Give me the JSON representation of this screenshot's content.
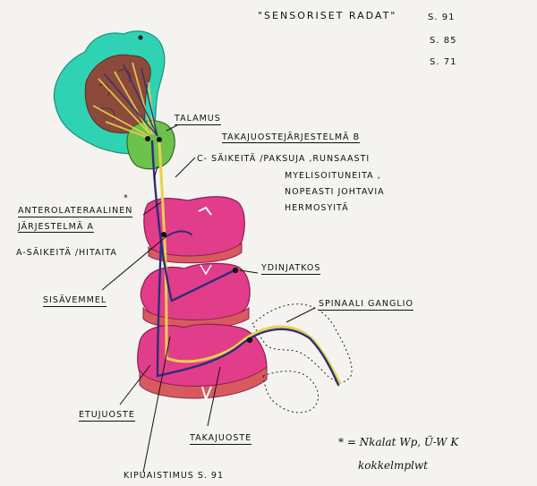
{
  "header": {
    "title": "\"SENSORISET RADAT\"",
    "refs": [
      "S. 91",
      "S. 85",
      "S. 71"
    ]
  },
  "labels": {
    "talamus": "TALAMUS",
    "takajuoste_b": "TAKAJUOSTEJÄRJESTELMÄ B",
    "c_line1": "C- SÄIKEITÄ /PAKSUJA ,RUNSAASTI",
    "c_line2": "MYELISOITUNEITA ,",
    "c_line3": "NOPEASTI JOHTAVIA",
    "c_line4": "HERMOSYITÄ",
    "antero_line1": "ANTEROLATERAALINEN",
    "antero_line2": "JÄRJESTELMÄ A",
    "a_saikeita": "A-SÄIKEITÄ /HITAITA",
    "ydinjatkos": "YDINJATKOS",
    "sisavemmel": "SISÄVEMMEL",
    "spinaaliganglio": "SPINAALI GANGLIO",
    "etujuoste": "ETUJUOSTE",
    "takajuoste": "TAKAJUOSTE",
    "kipuaistimus": "KIPUAISTIMUS S. 91",
    "asterisk": "*",
    "footnote_line1": "* = Nkalat Wp, Ü-W K",
    "footnote_line2": "kokkelmplwt"
  },
  "colors": {
    "cortex_teal": "#2fd3b4",
    "cortex_brown": "#8b4a3c",
    "thalamus_green": "#6cc24a",
    "cord_magenta": "#e23d8a",
    "cord_shadow": "#d85a5e",
    "tract_yellow": "#e8d14f",
    "tract_navy": "#2a2f7a"
  }
}
